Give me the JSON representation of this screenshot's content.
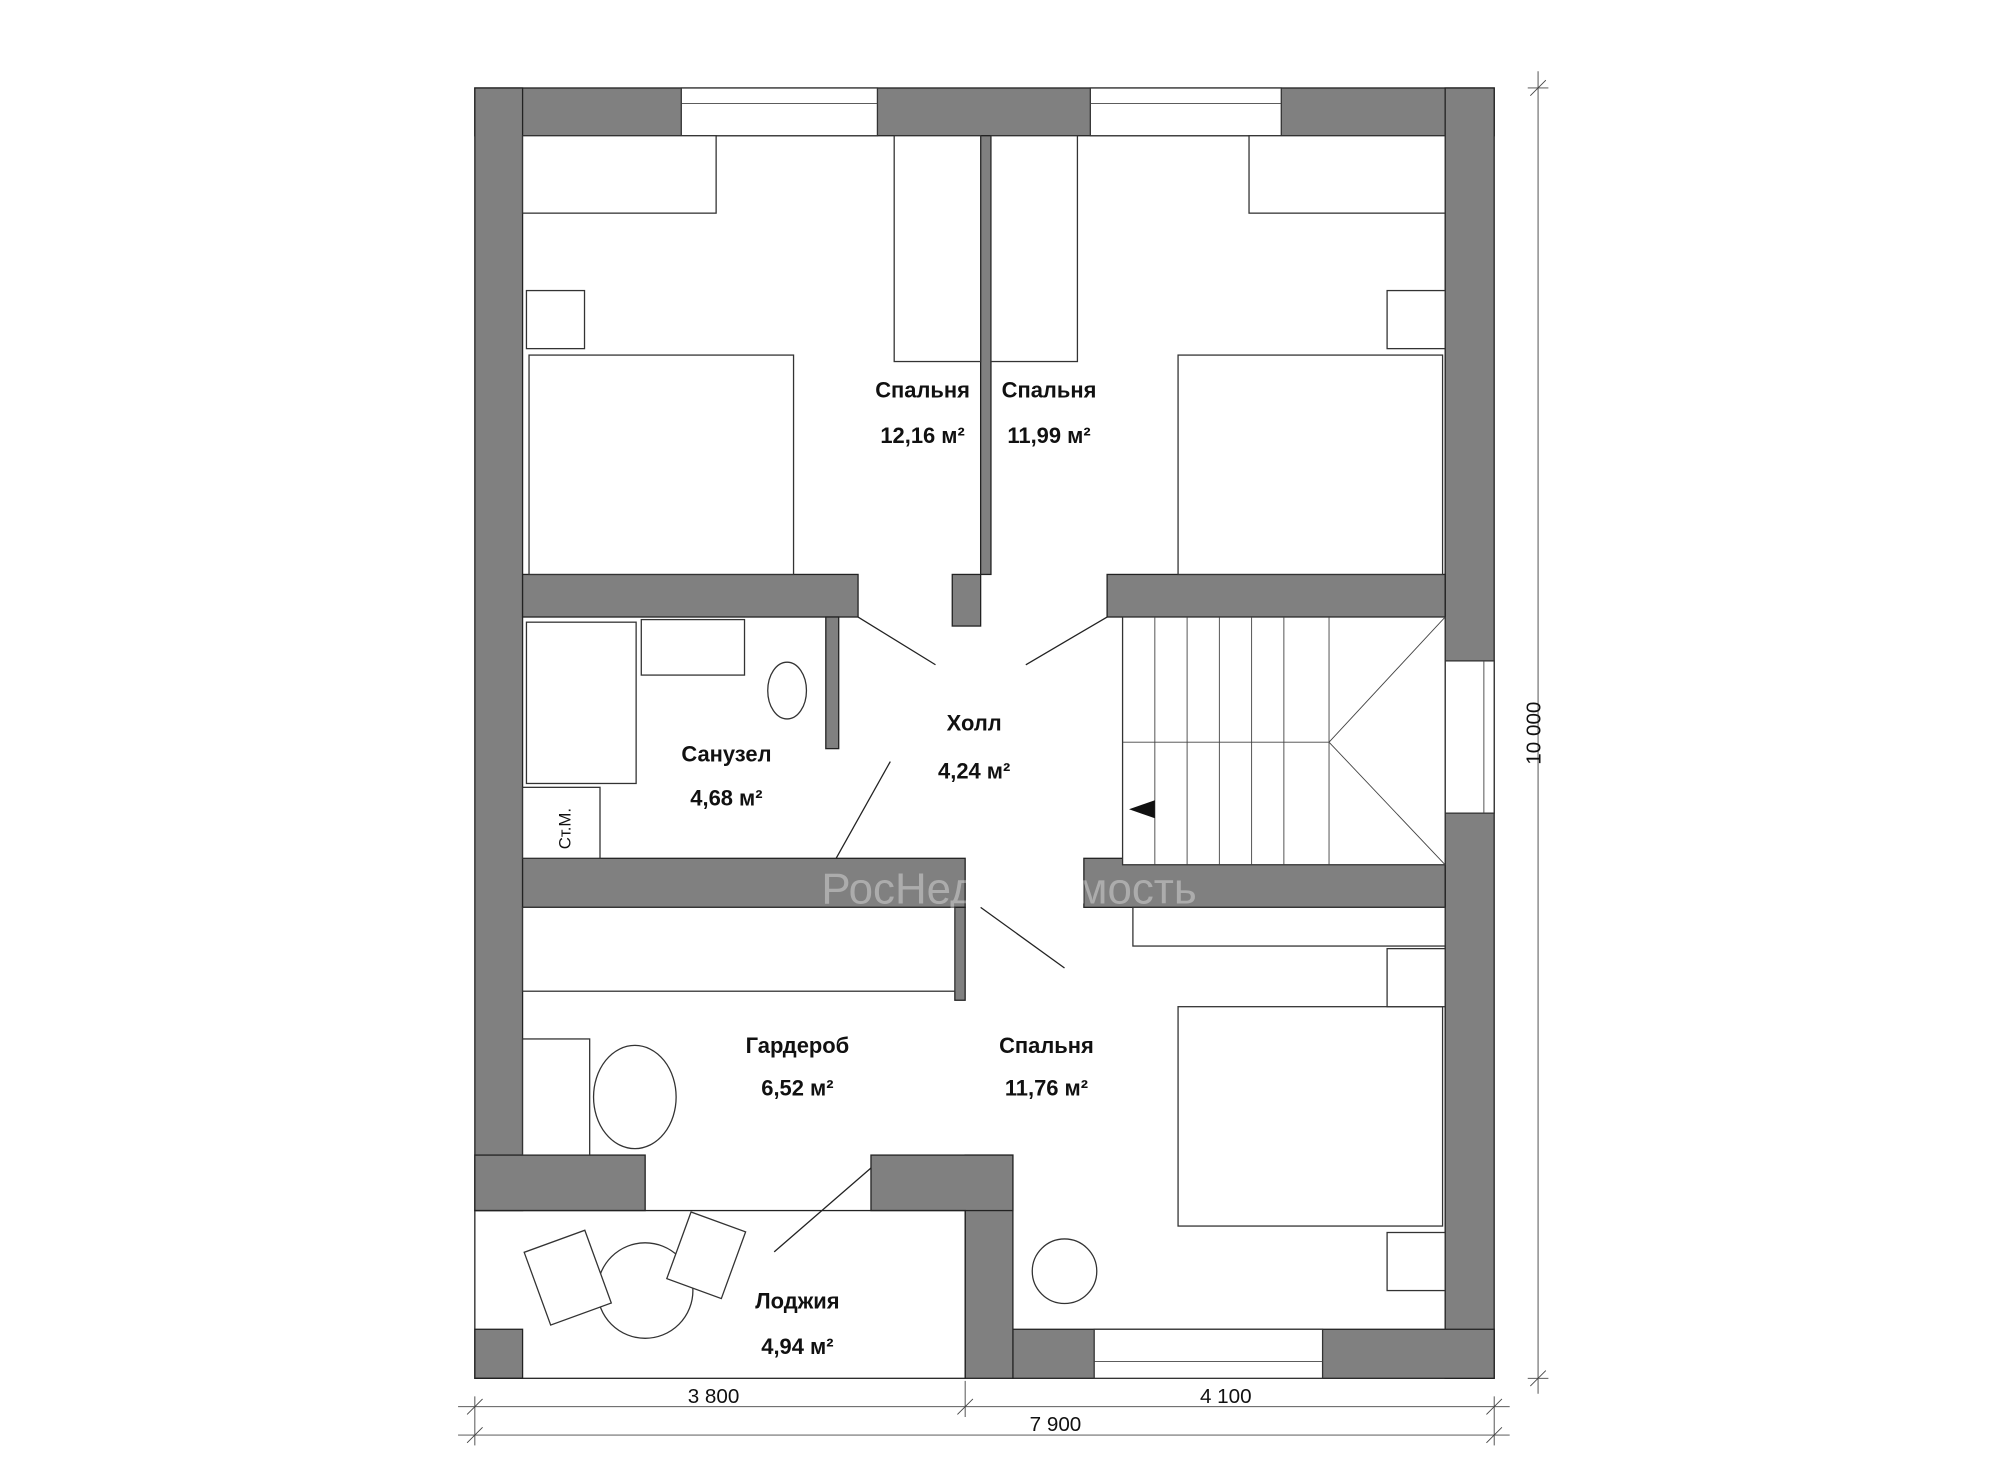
{
  "rooms": {
    "bedroom_top_left": {
      "name": "Спальня",
      "area": "12,16 м²"
    },
    "bedroom_top_right": {
      "name": "Спальня",
      "area": "11,99 м²"
    },
    "hall": {
      "name": "Холл",
      "area": "4,24 м²"
    },
    "bathroom": {
      "name": "Санузел",
      "area": "4,68 м²"
    },
    "riser": {
      "name": "Ст.М."
    },
    "wardrobe": {
      "name": "Гардероб",
      "area": "6,52 м²"
    },
    "bedroom_bottom_right": {
      "name": "Спальня",
      "area": "11,76 м²"
    },
    "loggia": {
      "name": "Лоджия",
      "area": "4,94 м²"
    }
  },
  "dimensions": {
    "left_width": "3 800",
    "right_width": "4 100",
    "total_width": "7 900",
    "total_depth": "10 000"
  },
  "watermark": "РосНедвижимость",
  "colors": {
    "wall": "#808080"
  }
}
